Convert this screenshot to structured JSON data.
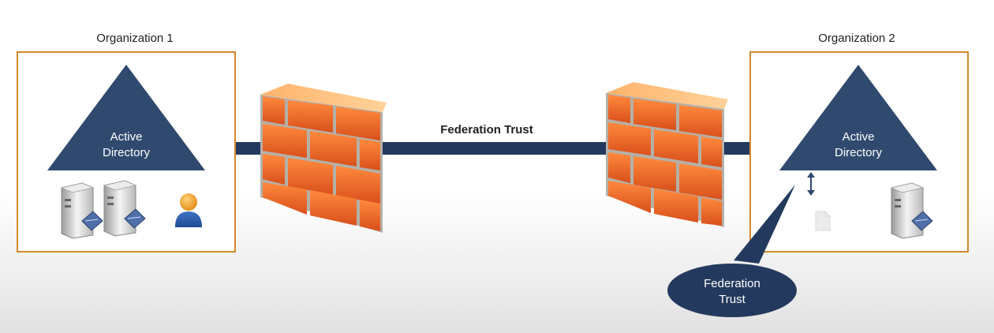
{
  "org1": {
    "label": "Organization 1",
    "directory": [
      "Active",
      "Directory"
    ]
  },
  "org2": {
    "label": "Organization 2",
    "directory": [
      "Active",
      "Directory"
    ]
  },
  "connection": {
    "label": "Federation Trust"
  },
  "callout": {
    "lines": [
      "Federation",
      "Trust"
    ]
  },
  "colors": {
    "box_border": "#d38a2b",
    "triangle": "#2f4a6e",
    "connector": "#233a5e",
    "brick": "#e8612a",
    "mortar": "#b5b0a8"
  },
  "icons": [
    "server-icon",
    "user-icon",
    "firewall-icon",
    "arrow-updown-icon",
    "document-icon"
  ]
}
